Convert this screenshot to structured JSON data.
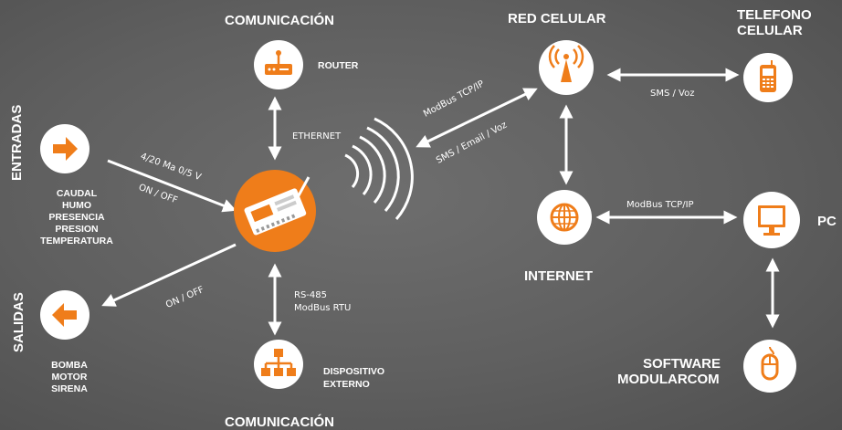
{
  "colors": {
    "accent": "#ef7d1a",
    "background": "#5f5f5f",
    "line": "#ffffff"
  },
  "labels": {
    "comunicacion_top": "COMUNICACIÓN",
    "router": "ROUTER",
    "ethernet": "ETHERNET",
    "red_celular": "RED CELULAR",
    "telefono_line1": "TELEFONO",
    "telefono_line2": "CELULAR",
    "sms_voz": "SMS / Voz",
    "modbus_tcpip_radio": "ModBus TCP/IP",
    "sms_email_voz": "SMS / Email / Voz",
    "entradas": "ENTRADAS",
    "input_signal": "4/20 Ma 0/5 V",
    "on_off_in": "ON / OFF",
    "entradas_items": [
      "CAUDAL",
      "HUMO",
      "PRESENCIA",
      "PRESION",
      "TEMPERATURA"
    ],
    "salidas": "SALIDAS",
    "on_off_out": "ON / OFF",
    "salidas_items": [
      "BOMBA",
      "MOTOR",
      "SIRENA"
    ],
    "rs485_line1": "RS-485",
    "rs485_line2": "ModBus RTU",
    "dispositivo_line1": "DISPOSITIVO",
    "dispositivo_line2": "EXTERNO",
    "comunicacion_bottom": "COMUNICACIÓN",
    "internet": "INTERNET",
    "modbus_tcpip_pc": "ModBus TCP/IP",
    "pc": "PC",
    "software_line1": "SOFTWARE",
    "software_line2": "MODULARCOM"
  },
  "icons": {
    "router": "router-icon",
    "antenna": "antenna-icon",
    "phone": "mobile-phone-icon",
    "arrow_in": "arrow-right-icon",
    "arrow_out": "arrow-left-icon",
    "device": "modular-device-icon",
    "network": "network-hierarchy-icon",
    "globe": "globe-icon",
    "monitor": "monitor-icon",
    "mouse": "mouse-icon"
  }
}
